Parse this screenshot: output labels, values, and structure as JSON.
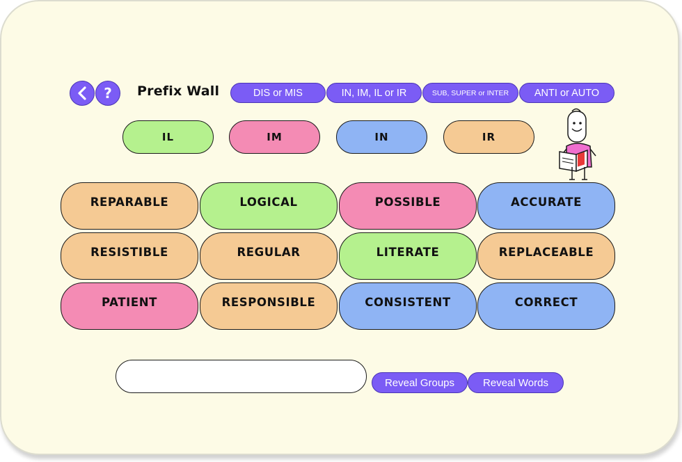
{
  "header": {
    "back_icon": "chevron-left-icon",
    "help_label": "?",
    "title": "Prefix Wall",
    "tabs": [
      {
        "label": "DIS or MIS"
      },
      {
        "label": "IN, IM, IL or IR"
      },
      {
        "label": "SUB, SUPER or INTER"
      },
      {
        "label": "ANTI or AUTO"
      }
    ]
  },
  "categories": [
    {
      "label": "IL",
      "color": "#b5f18e"
    },
    {
      "label": "IM",
      "color": "#f48bb4"
    },
    {
      "label": "IN",
      "color": "#8fb4f4"
    },
    {
      "label": "IR",
      "color": "#f5ca94"
    }
  ],
  "colors": {
    "accent": "#7b5cf5",
    "green": "#b5f18e",
    "pink": "#f48bb4",
    "blue": "#8fb4f4",
    "orange": "#f5ca94",
    "background": "#fdfbe6"
  },
  "wall": [
    [
      {
        "word": "REPARABLE",
        "color": "#f5ca94"
      },
      {
        "word": "LOGICAL",
        "color": "#b5f18e"
      },
      {
        "word": "POSSIBLE",
        "color": "#f48bb4"
      },
      {
        "word": "ACCURATE",
        "color": "#8fb4f4"
      }
    ],
    [
      {
        "word": "RESISTIBLE",
        "color": "#f5ca94"
      },
      {
        "word": "REGULAR",
        "color": "#f5ca94"
      },
      {
        "word": "LITERATE",
        "color": "#b5f18e"
      },
      {
        "word": "REPLACEABLE",
        "color": "#f5ca94"
      }
    ],
    [
      {
        "word": "PATIENT",
        "color": "#f48bb4"
      },
      {
        "word": "RESPONSIBLE",
        "color": "#f5ca94"
      },
      {
        "word": "CONSISTENT",
        "color": "#8fb4f4"
      },
      {
        "word": "CORRECT",
        "color": "#8fb4f4"
      }
    ]
  ],
  "answer": {
    "value": "",
    "placeholder": ""
  },
  "actions": {
    "reveal_groups": "Reveal Groups",
    "reveal_words": "Reveal Words"
  }
}
